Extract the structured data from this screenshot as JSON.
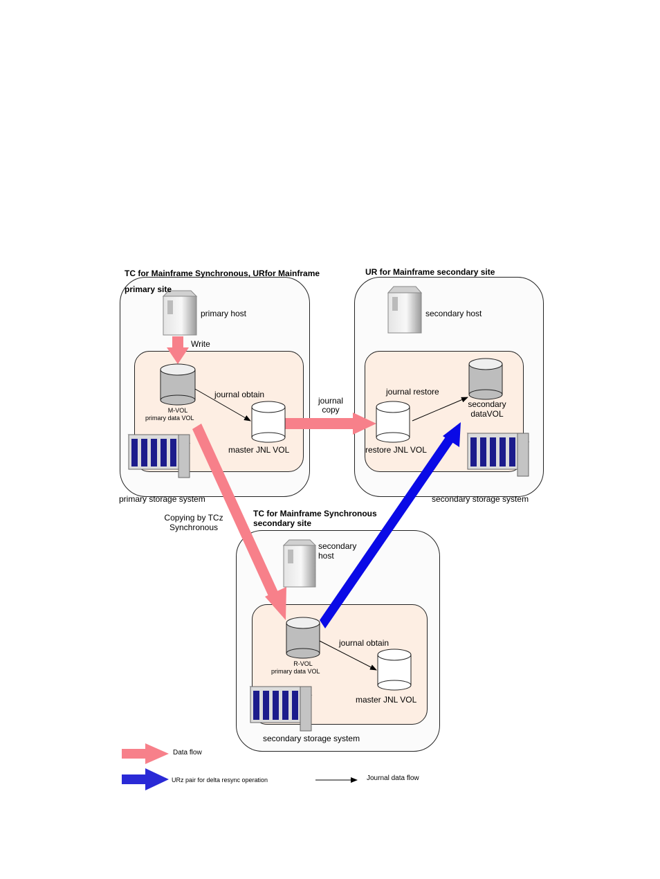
{
  "sites": {
    "primary": {
      "title_line1": "TC for Mainframe Synchronous, URfor Mainframe",
      "title_line2": "primary site",
      "host": "primary host",
      "storage": "primary storage system",
      "mvol_line1": "M-VOL",
      "mvol_line2": "primary data VOL",
      "jnl": "master JNL VOL",
      "journal_obtain": "journal obtain",
      "write": "Write"
    },
    "ur_secondary": {
      "title": "UR for Mainframe secondary site",
      "host": "secondary host",
      "storage": "secondary storage system",
      "restore_jnl": "restore JNL VOL",
      "journal_restore": "journal restore",
      "data_line1": "secondary",
      "data_line2": "dataVOL"
    },
    "tc_secondary": {
      "title_line1": "TC for Mainframe Synchronous",
      "title_line2": "secondary site",
      "host_line1": "secondary",
      "host_line2": "host",
      "storage": "secondary storage system",
      "rvol_line1": "R-VOL",
      "rvol_line2": "primary data VOL",
      "jnl": "master JNL VOL",
      "journal_obtain": "journal obtain"
    }
  },
  "flows": {
    "journal_copy_line1": "journal",
    "journal_copy_line2": "copy",
    "copying_line1": "Copying by TCz",
    "copying_line2": "Synchronous"
  },
  "legend": {
    "data_flow": "Data flow",
    "urz_pair": "URz pair for delta resync operation",
    "journal_data_flow": "Journal data flow"
  },
  "colors": {
    "data_flow": "#f7808a",
    "resync": "#0a0ae6",
    "storage_fill": "#fdeee3"
  }
}
